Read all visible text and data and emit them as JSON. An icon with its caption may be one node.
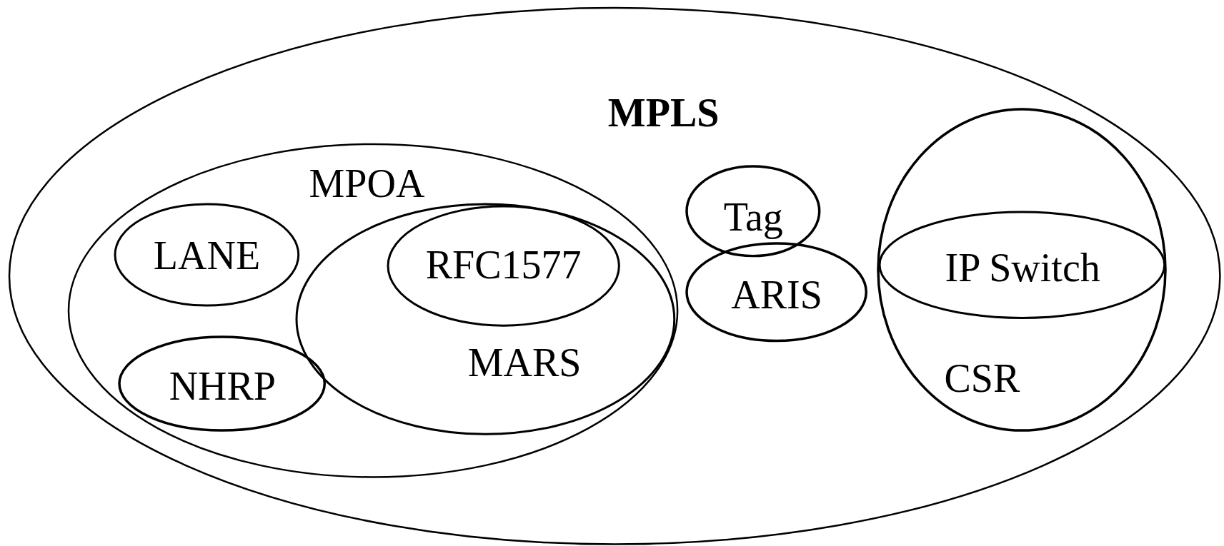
{
  "diagram": {
    "nodes": [
      {
        "text": [
          "MPLS"
        ]
      },
      {
        "text": [
          "MPOA"
        ],
        "in": 0
      },
      {
        "text": [
          "LANE"
        ],
        "in": 1
      },
      {
        "text": [
          "NHRP"
        ],
        "in": 1
      },
      {
        "text": [
          "MARS"
        ],
        "in": 1
      },
      {
        "text": [
          "RFC1577"
        ],
        "in": 4
      },
      {
        "text": [
          "Tag"
        ],
        "in": 0
      },
      {
        "text": [
          "ARIS"
        ],
        "in": 0
      },
      {
        "text": [
          "CSR"
        ],
        "in": 0
      },
      {
        "text": [
          "IP Switch"
        ],
        "in": 8
      }
    ]
  }
}
